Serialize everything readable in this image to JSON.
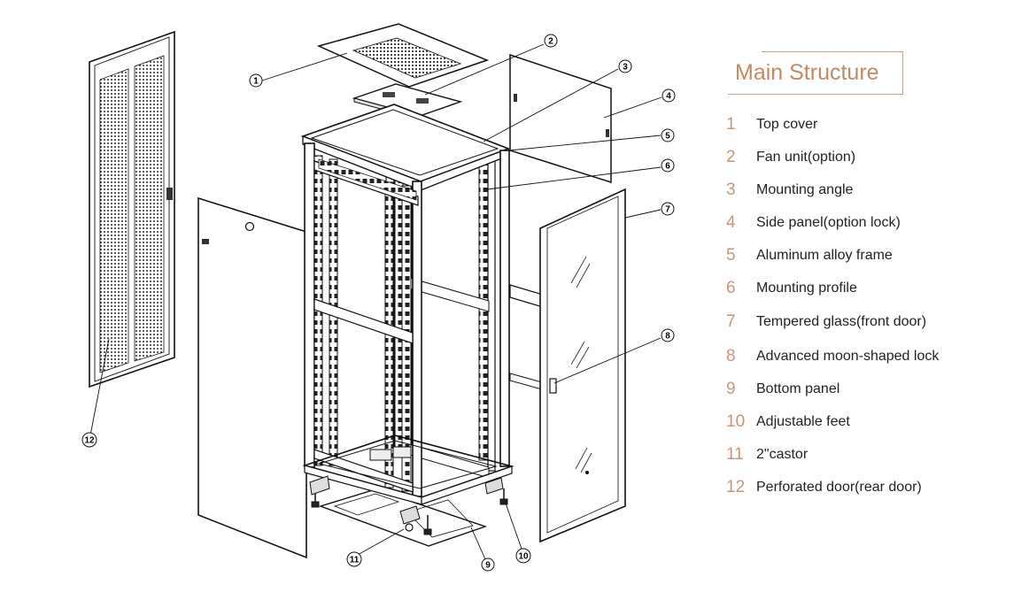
{
  "title": "Main Structure",
  "parts": [
    {
      "num": "1",
      "label": "Top cover"
    },
    {
      "num": "2",
      "label": "Fan unit(option)"
    },
    {
      "num": "3",
      "label": "Mounting angle"
    },
    {
      "num": "4",
      "label": "Side panel(option lock)"
    },
    {
      "num": "5",
      "label": "Aluminum alloy frame"
    },
    {
      "num": "6",
      "label": "Mounting profile"
    },
    {
      "num": "7",
      "label": "Tempered glass(front door)"
    },
    {
      "num": "8",
      "label": "Advanced moon-shaped lock"
    },
    {
      "num": "9",
      "label": "Bottom panel"
    },
    {
      "num": "10",
      "label": "Adjustable feet"
    },
    {
      "num": "11",
      "label": "2\"castor"
    },
    {
      "num": "12",
      "label": "Perforated door(rear door)"
    }
  ],
  "callouts": [
    "1",
    "2",
    "3",
    "4",
    "5",
    "6",
    "7",
    "8",
    "9",
    "10",
    "11",
    "12"
  ],
  "colors": {
    "accent": "#c08a65",
    "number": "#c9957a",
    "text": "#222222",
    "line": "#1a1a1a"
  }
}
